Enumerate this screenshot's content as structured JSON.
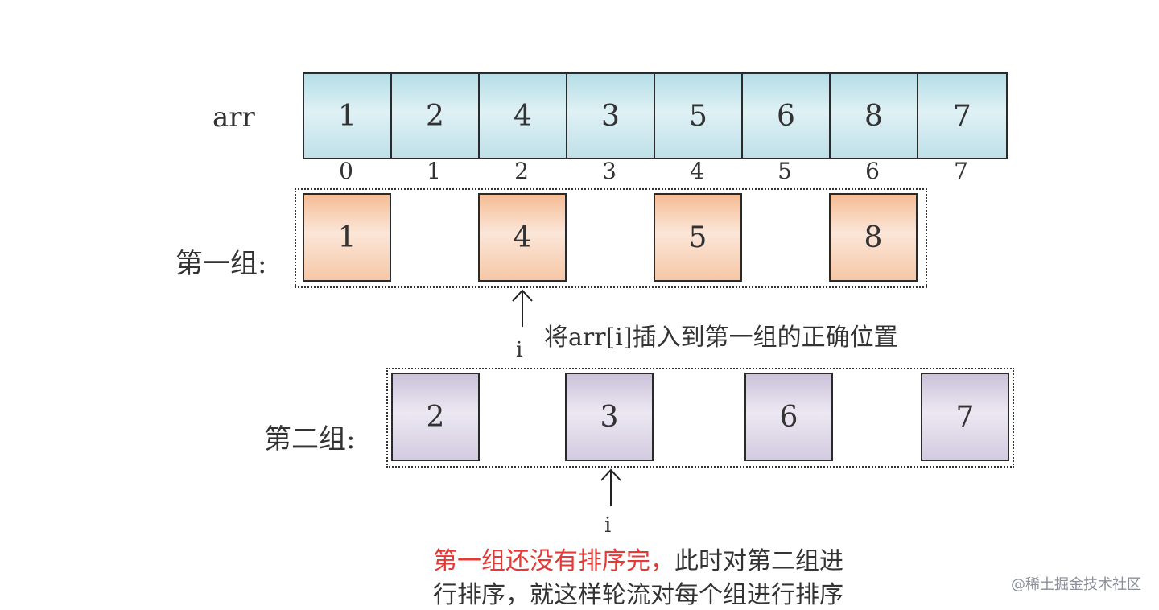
{
  "arr": {
    "label": "arr",
    "values": [
      "1",
      "2",
      "4",
      "3",
      "5",
      "6",
      "8",
      "7"
    ],
    "indices": [
      "0",
      "1",
      "2",
      "3",
      "4",
      "5",
      "6",
      "7"
    ]
  },
  "group1": {
    "label": "第一组:",
    "values": [
      "1",
      "4",
      "5",
      "8"
    ],
    "pointer_label": "i",
    "note": "将arr[i]插入到第一组的正确位置"
  },
  "group2": {
    "label": "第二组:",
    "values": [
      "2",
      "3",
      "6",
      "7"
    ],
    "pointer_label": "i",
    "note_red": "第一组还没有排序完，",
    "note_line1": "此时对第二组进",
    "note_line2": "行排序，就这样轮流对每个组进行排序"
  },
  "colors": {
    "arr_fill": "#cbe8ee",
    "group1_fill": "#f8d4bb",
    "group2_fill": "#dcd5e6",
    "highlight_text": "#e53935"
  },
  "watermark": "@稀土掘金技术社区"
}
